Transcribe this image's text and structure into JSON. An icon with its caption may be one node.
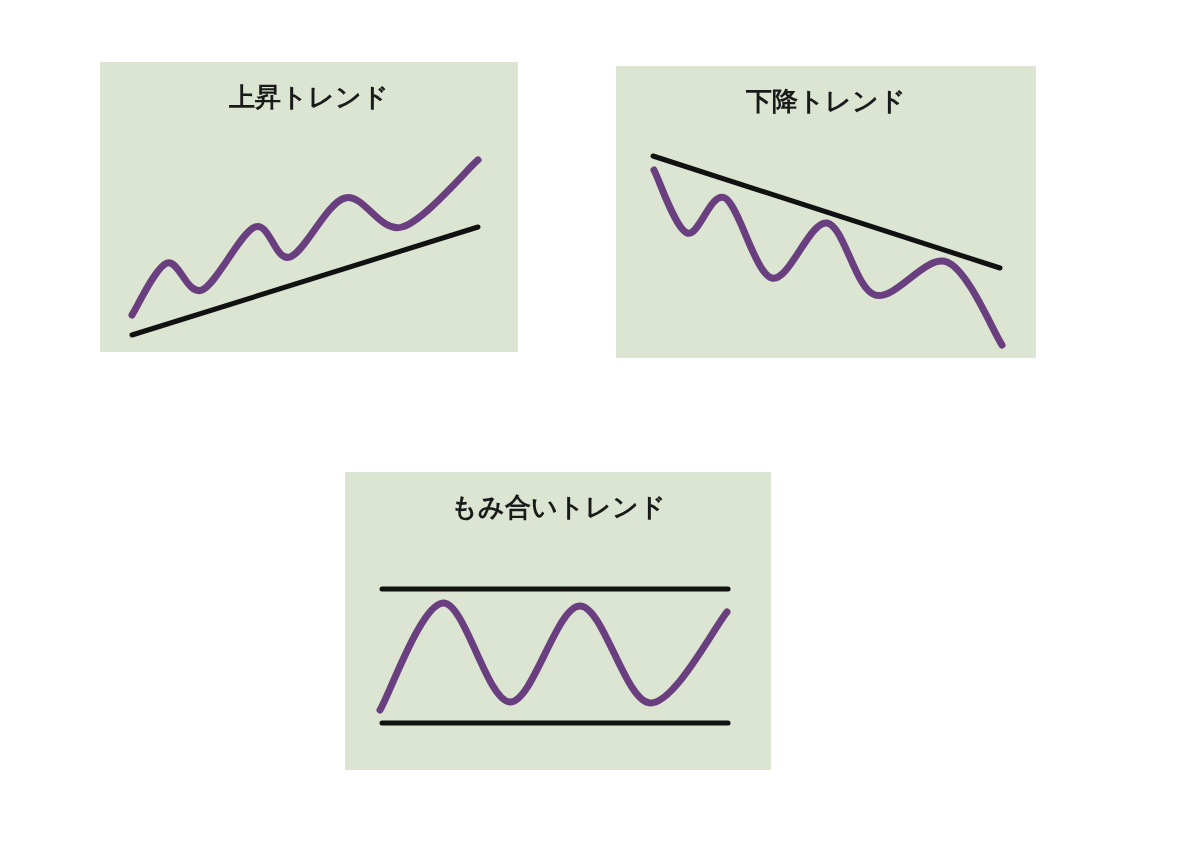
{
  "diagram": {
    "nodes": [
      {
        "text": [
          "上昇トレンド"
        ]
      },
      {
        "text": [
          "下降トレンド"
        ]
      },
      {
        "text": [
          "もみ合いトレンド"
        ]
      }
    ]
  }
}
